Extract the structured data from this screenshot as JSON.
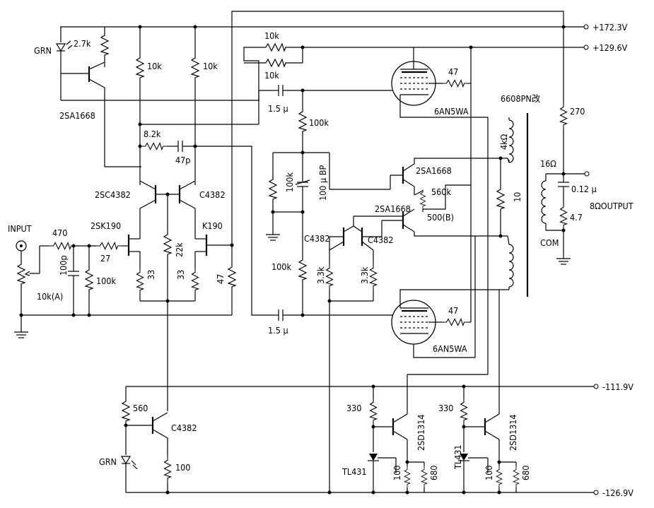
{
  "rails": {
    "v1": "+172.3V",
    "v2": "+129.6V",
    "v3": "-111.9V",
    "v4": "-126.9V"
  },
  "labels": {
    "input": "INPUT",
    "output": "8ΩOUTPUT",
    "com": "COM",
    "transformer": "6608PN改",
    "tube": "6AN5WA",
    "pri": "4kΩ",
    "sec": "16Ω",
    "grn": "GRN"
  },
  "parts": {
    "r2k7": "2.7k",
    "q_led": "2SA1668",
    "r10k_a": "10k",
    "r10k_b": "10k",
    "r10k_fb1": "10k",
    "r10k_fb2": "10k",
    "c_in": "1.5 μ",
    "r100k_top": "100k",
    "r8k2": "8.2k",
    "c47p": "47p",
    "q2sc": "2SC4382",
    "qc4382": "C4382",
    "q2sk": "2SK190",
    "qk190": "K190",
    "r470": "470",
    "r27": "27",
    "c100p": "100p",
    "r100k_in": "100k",
    "pot10k": "10k(A)",
    "r22k": "22k",
    "r33a": "33",
    "r33b": "33",
    "r47": "47",
    "r100k_left": "100k",
    "c100bp": "100 μ BP",
    "r100k_bot": "100k",
    "c_in2": "1.5 μ",
    "qa1668_top": "2SA1668",
    "qa1668_mid": "2SA1668",
    "r560k": "560k",
    "pot500": "500(B)",
    "qc4382_l": "C4382",
    "qc4382_r": "C4382",
    "r3k3a": "3.3k",
    "r3k3b": "3.3k",
    "r47g1": "47",
    "r47g2": "47",
    "r10": "10",
    "r270": "270",
    "c012": "0.12 μ",
    "r4_7": "4.7",
    "r560": "560",
    "q_cs": "C4382",
    "r100_cs": "100",
    "r330a": "330",
    "q2sd_a": "2SD1314",
    "tl431_a": "TL431",
    "r100a": "100",
    "r680a": "680",
    "r330b": "330",
    "q2sd_b": "2SD1314",
    "tl431_b": "TL431",
    "r100b": "100",
    "r680b": "680"
  }
}
